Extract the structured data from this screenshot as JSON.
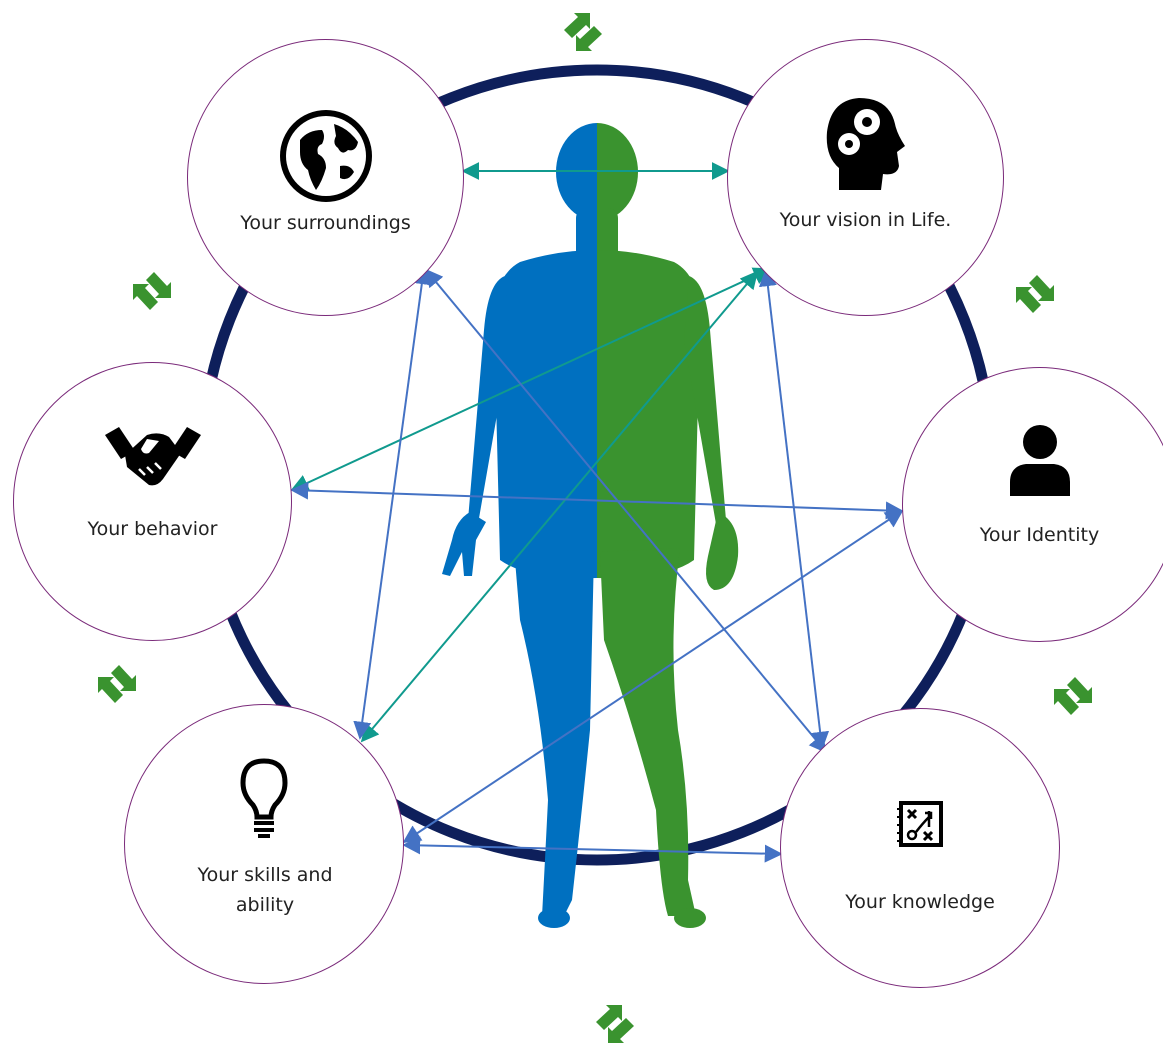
{
  "nodes": {
    "surroundings": {
      "label": "Your surroundings",
      "icon": "globe-icon"
    },
    "vision": {
      "label": "Your vision in Life.",
      "icon": "head-gears-icon"
    },
    "behavior": {
      "label": "Your behavior",
      "icon": "handshake-icon"
    },
    "identity": {
      "label": "Your Identity",
      "icon": "person-icon"
    },
    "skills": {
      "label": "Your skills and ability",
      "icon": "lightbulb-icon"
    },
    "knowledge": {
      "label": "Your knowledge",
      "icon": "strategy-board-icon"
    }
  },
  "colors": {
    "ring": "#0e1f5b",
    "node_border": "#7a2a7a",
    "figure_left": "#0070c0",
    "figure_right": "#3a932f",
    "arrow_blue": "#4472c4",
    "arrow_teal": "#109a8e",
    "swap_arrows": "#3a932f"
  }
}
